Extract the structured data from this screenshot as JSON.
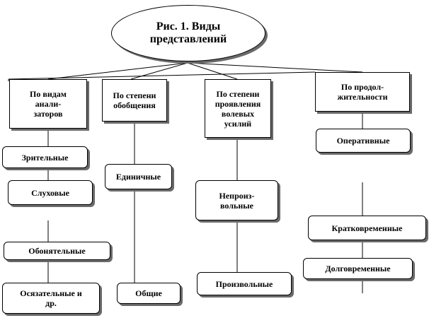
{
  "title": "Рис. 1. Виды\nпредставлений",
  "categories": [
    "По видам\nанали-\nзаторов",
    "По степени\nобобщения",
    "По степени\nпроявления\nволевых\nусилий",
    "По продол-\nжительности"
  ],
  "analyzers": [
    "Зрительные",
    "Слуховые",
    "Обонятельные",
    "Осязательные и\nдр."
  ],
  "generalization": [
    "Единичные",
    "Общие"
  ],
  "volition": [
    "Непроиз-\nвольные",
    "Произвольные"
  ],
  "duration": [
    "Оперативные",
    "Кратковременные",
    "Долговременные"
  ]
}
